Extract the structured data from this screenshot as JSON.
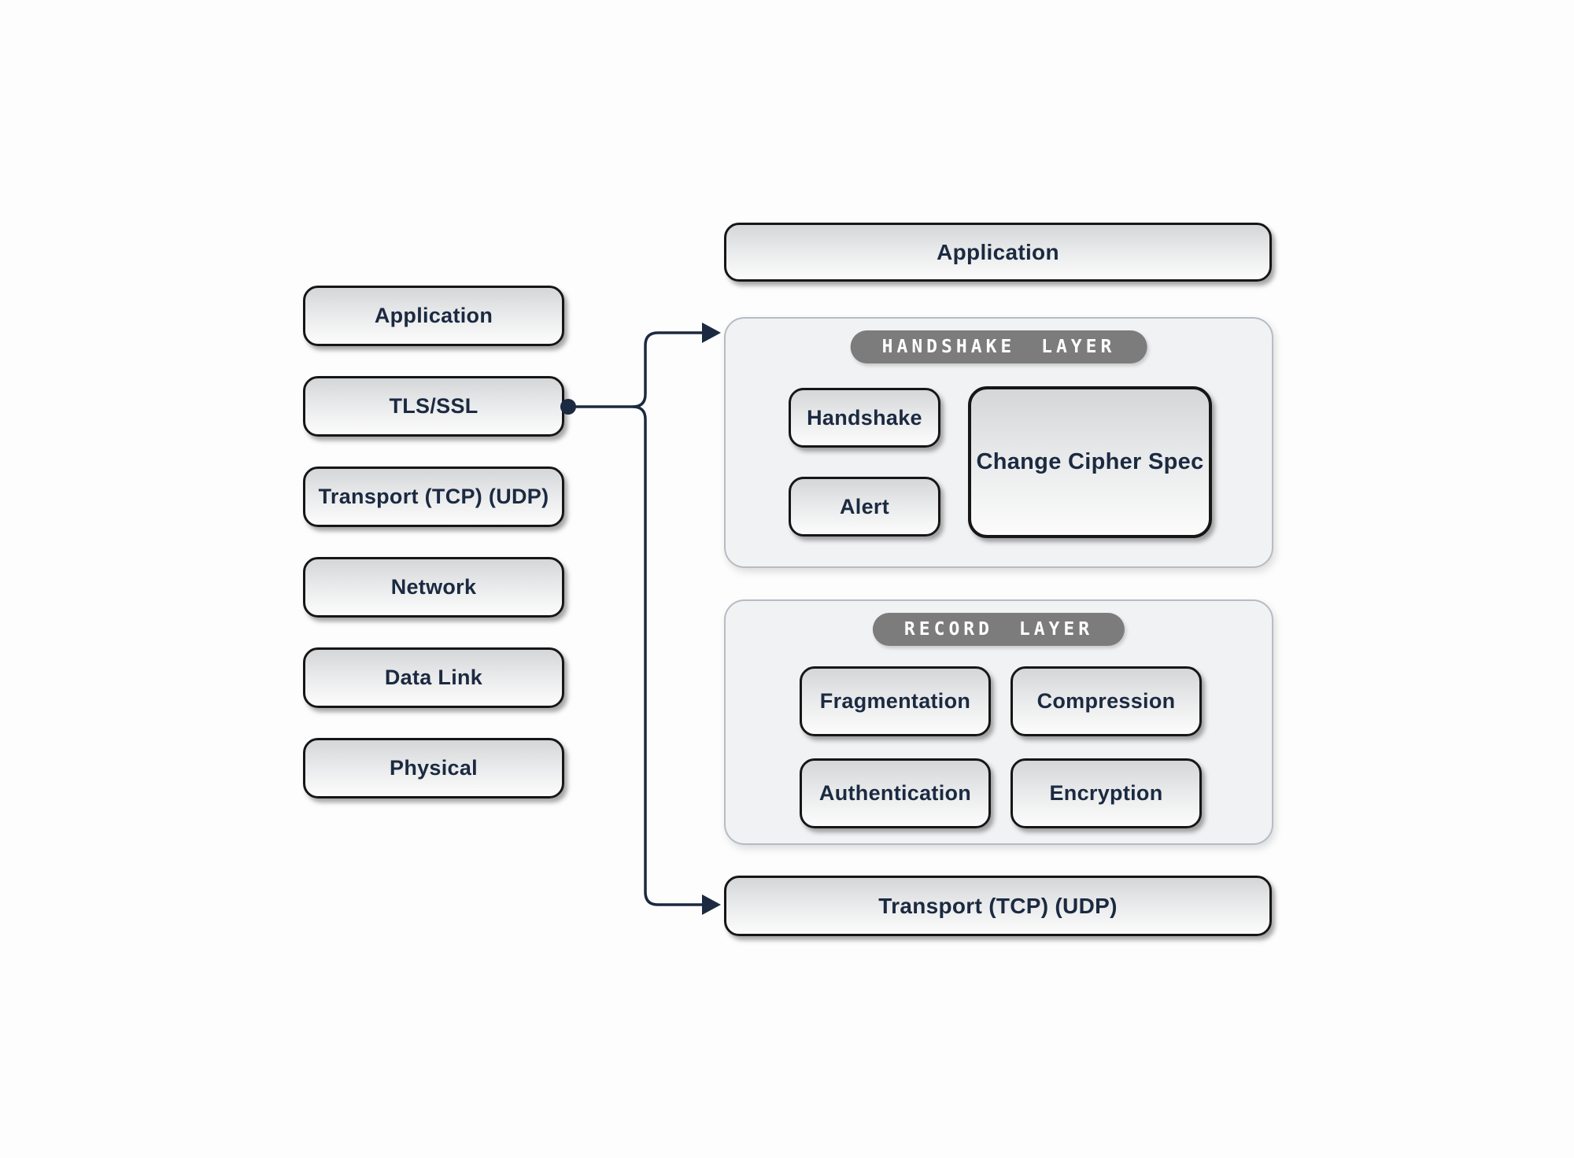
{
  "colors": {
    "background": "#fdfdfd",
    "box_border": "#161616",
    "box_text": "#1b2a41",
    "box_gradient_top": "#d4d6d8",
    "box_gradient_bottom": "#fcfcfc",
    "panel_bg": "#f1f2f4",
    "panel_border": "#b6bcc3",
    "badge_bg": "#7c7c7c",
    "badge_text": "#ffffff",
    "connector": "#1b2a41"
  },
  "left_stack": {
    "items": [
      {
        "label": "Application"
      },
      {
        "label": "TLS/SSL"
      },
      {
        "label": "Transport (TCP) (UDP)"
      },
      {
        "label": "Network"
      },
      {
        "label": "Data Link"
      },
      {
        "label": "Physical"
      }
    ]
  },
  "right": {
    "application": {
      "label": "Application"
    },
    "handshake_layer": {
      "badge": "HANDSHAKE LAYER",
      "boxes": {
        "handshake": "Handshake",
        "alert": "Alert",
        "change_cipher_spec": "Change Cipher Spec"
      }
    },
    "record_layer": {
      "badge": "RECORD LAYER",
      "boxes": {
        "fragmentation": "Fragmentation",
        "compression": "Compression",
        "authentication": "Authentication",
        "encryption": "Encryption"
      }
    },
    "transport": {
      "label": "Transport (TCP) (UDP)"
    }
  }
}
